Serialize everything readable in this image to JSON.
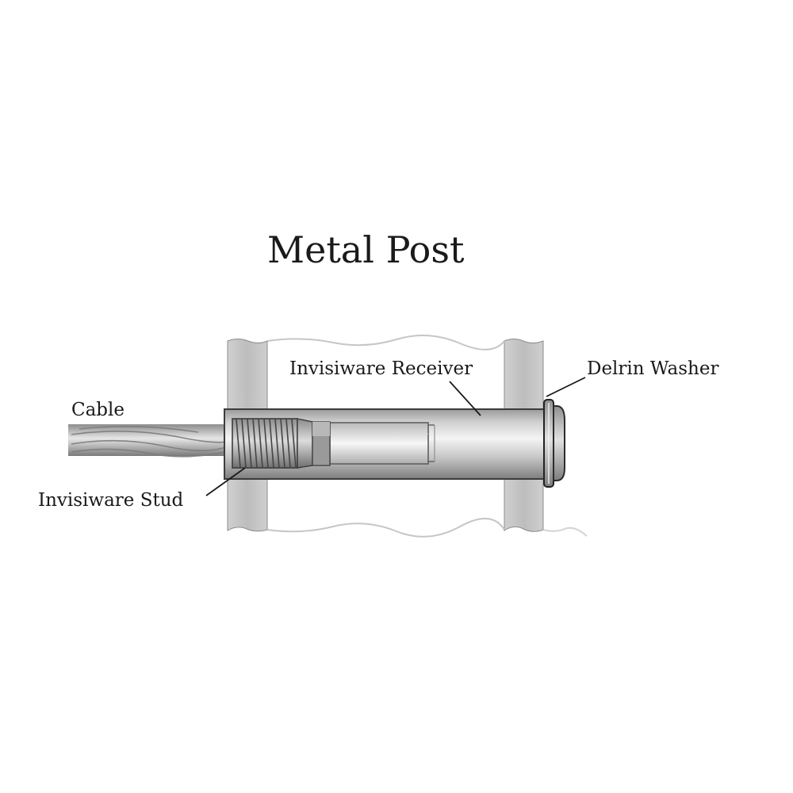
{
  "title": "Metal Post",
  "labels": {
    "cable": "Cable",
    "receiver": "Invisiware Receiver",
    "washer": "Delrin Washer",
    "stud": "Invisiware Stud"
  },
  "colors": {
    "post_wall": "#c2c2c2",
    "metal_light": "#eeeeee",
    "metal_dark": "#8a8a8a",
    "outline": "#3a3a3a",
    "text": "#1a1a1a"
  }
}
